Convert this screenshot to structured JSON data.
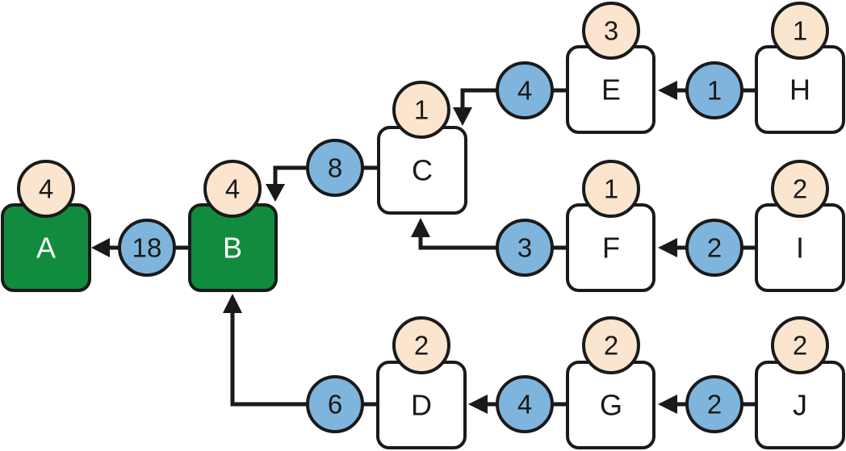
{
  "colors": {
    "active_fill": "#118c3e",
    "inactive_fill": "#ffffff",
    "weight_fill": "#fbe5cf",
    "edge_fill": "#7fb5dc",
    "stroke": "#1a1a1a"
  },
  "nodes": {
    "A": {
      "label": "A",
      "weight": "4",
      "active": true
    },
    "B": {
      "label": "B",
      "weight": "4",
      "active": true
    },
    "C": {
      "label": "C",
      "weight": "1",
      "active": false
    },
    "D": {
      "label": "D",
      "weight": "2",
      "active": false
    },
    "E": {
      "label": "E",
      "weight": "3",
      "active": false
    },
    "F": {
      "label": "F",
      "weight": "1",
      "active": false
    },
    "G": {
      "label": "G",
      "weight": "2",
      "active": false
    },
    "H": {
      "label": "H",
      "weight": "1",
      "active": false
    },
    "I": {
      "label": "I",
      "weight": "2",
      "active": false
    },
    "J": {
      "label": "J",
      "weight": "2",
      "active": false
    }
  },
  "edges": [
    {
      "from": "B",
      "to": "A",
      "value": "18"
    },
    {
      "from": "C",
      "to": "B",
      "value": "8"
    },
    {
      "from": "D",
      "to": "B",
      "value": "6"
    },
    {
      "from": "E",
      "to": "C",
      "value": "4"
    },
    {
      "from": "F",
      "to": "C",
      "value": "3"
    },
    {
      "from": "G",
      "to": "D",
      "value": "4"
    },
    {
      "from": "H",
      "to": "E",
      "value": "1"
    },
    {
      "from": "I",
      "to": "F",
      "value": "2"
    },
    {
      "from": "J",
      "to": "G",
      "value": "2"
    }
  ]
}
